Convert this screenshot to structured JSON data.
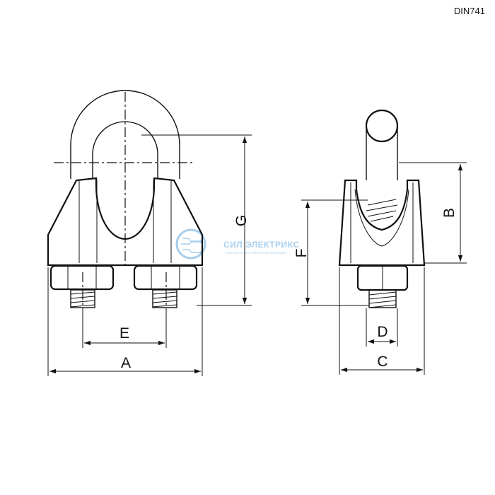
{
  "standard": "DIN741",
  "dimensions": {
    "A": "A",
    "B": "B",
    "C": "C",
    "D": "D",
    "E": "E",
    "F": "F",
    "G": "G"
  },
  "watermark": {
    "brand": "СИЛ ЭЛЕКТРИКС",
    "tagline": "электротехника кабельная продукция"
  },
  "colors": {
    "line": "#111111",
    "watermark": "#9ec9ea"
  }
}
